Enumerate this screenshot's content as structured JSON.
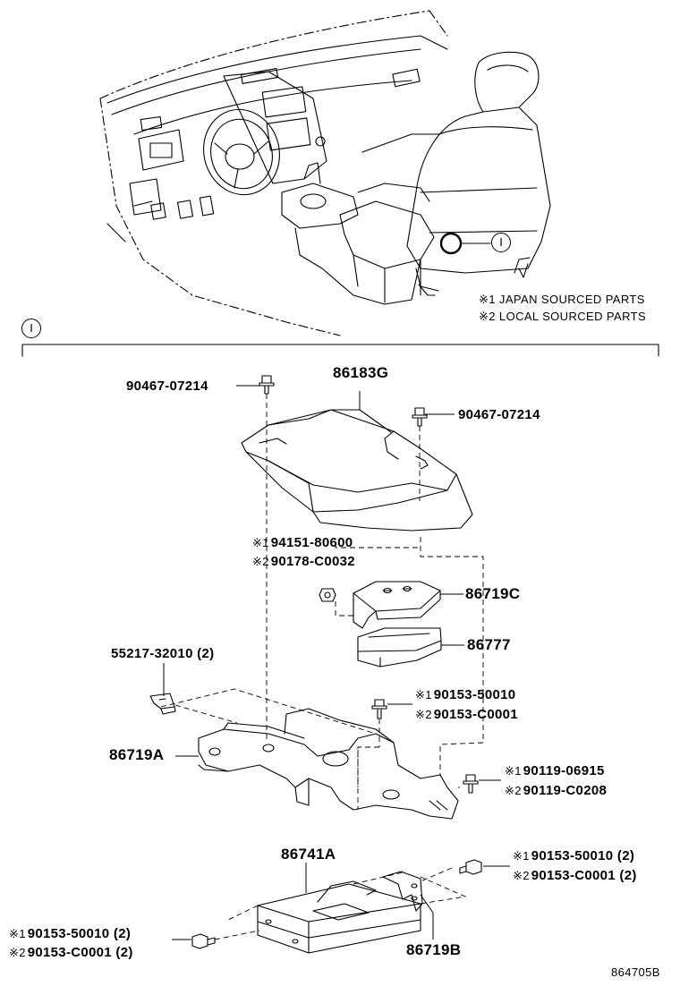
{
  "legend": {
    "note1": "※1 JAPAN SOURCED PARTS",
    "note2": "※2 LOCAL SOURCED PARTS"
  },
  "callout": {
    "index": "I"
  },
  "section": {
    "index": "I"
  },
  "parts": {
    "cover_86183G": "86183G",
    "bolt_left": "90467-07214",
    "bolt_right": "90467-07214",
    "nut_jp": "94151-80600",
    "nut_local": "90178-C0032",
    "bracket_86719C": "86719C",
    "part_86777": "86777",
    "clip_55217": "55217-32010 (2)",
    "screw_a_jp": "90153-50010",
    "screw_a_local": "90153-C0001",
    "bracket_86719A": "86719A",
    "screw_b_jp": "90119-06915",
    "screw_b_local": "90119-C0208",
    "amp_86741A": "86741A",
    "screw_c_jp": "90153-50010 (2)",
    "screw_c_local": "90153-C0001 (2)",
    "screw_d_jp": "90153-50010 (2)",
    "screw_d_local": "90153-C0001 (2)",
    "bracket_86719B": "86719B"
  },
  "marks": {
    "jp": "※1",
    "local": "※2"
  },
  "diagram_id": "864705B"
}
